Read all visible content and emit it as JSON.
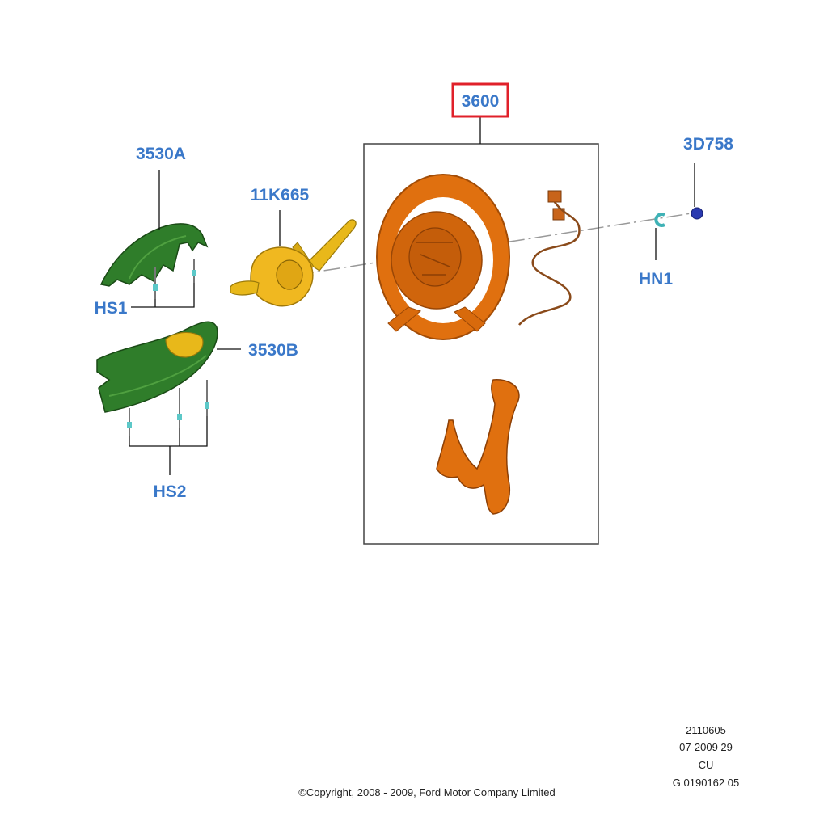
{
  "callouts": {
    "part_3600": "3600",
    "part_3d758": "3D758",
    "part_3530a": "3530A",
    "part_11k665": "11K665",
    "part_hs1": "HS1",
    "part_3530b": "3530B",
    "part_hs2": "HS2",
    "part_hn1": "HN1"
  },
  "reference_block": {
    "line1": "2110605",
    "line2": "07-2009 29",
    "line3": "CU",
    "line4": "G 0190162 05"
  },
  "copyright": "©Copyright, 2008 - 2009, Ford Motor Company Limited",
  "colors": {
    "callout_text": "#3a78c9",
    "highlight_box": "#e0202a",
    "steering_wheel": "#e0700f",
    "shroud": "#2f7d2a",
    "switch_assembly": "#e8b81a",
    "clip": "#5cc8c8",
    "nut": "#2a3ab0"
  }
}
